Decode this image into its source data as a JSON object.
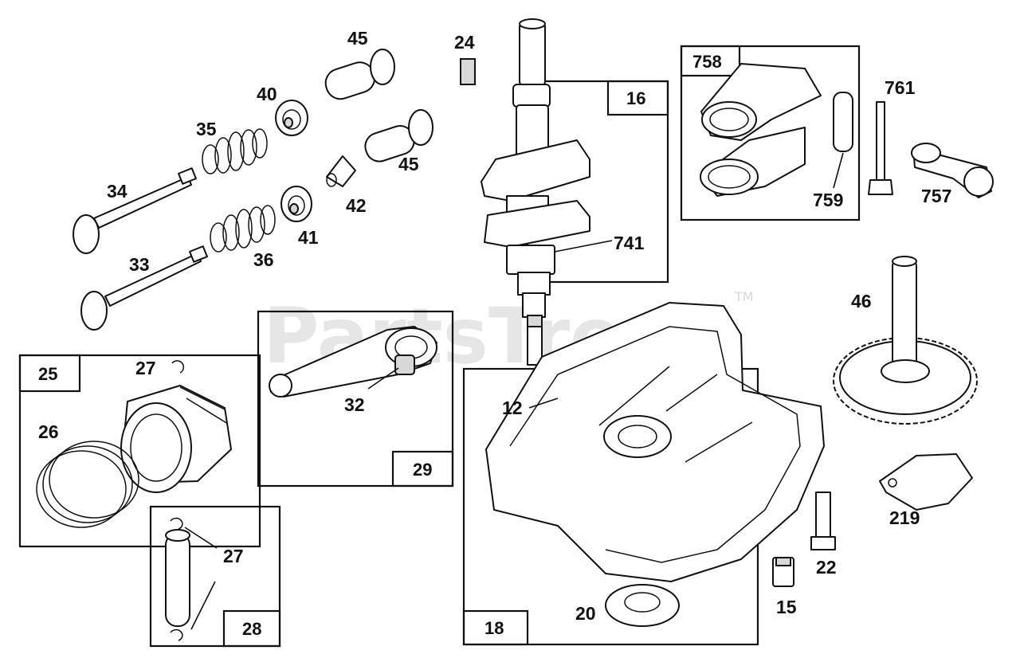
{
  "watermark": {
    "text": "PartsTree",
    "tm": "TM"
  },
  "boxes": {
    "b16": "16",
    "b758": "758",
    "b25": "25",
    "b29": "29",
    "b28": "28",
    "b18": "18"
  },
  "labels": {
    "p45a": "45",
    "p45b": "45",
    "p24": "24",
    "p40": "40",
    "p35": "35",
    "p34": "34",
    "p42": "42",
    "p41": "41",
    "p36": "36",
    "p33": "33",
    "p741": "741",
    "p761": "761",
    "p759": "759",
    "p757": "757",
    "p46": "46",
    "p27a": "27",
    "p27b": "27",
    "p26": "26",
    "p32": "32",
    "p12": "12",
    "p219": "219",
    "p22": "22",
    "p15": "15",
    "p20": "20"
  }
}
